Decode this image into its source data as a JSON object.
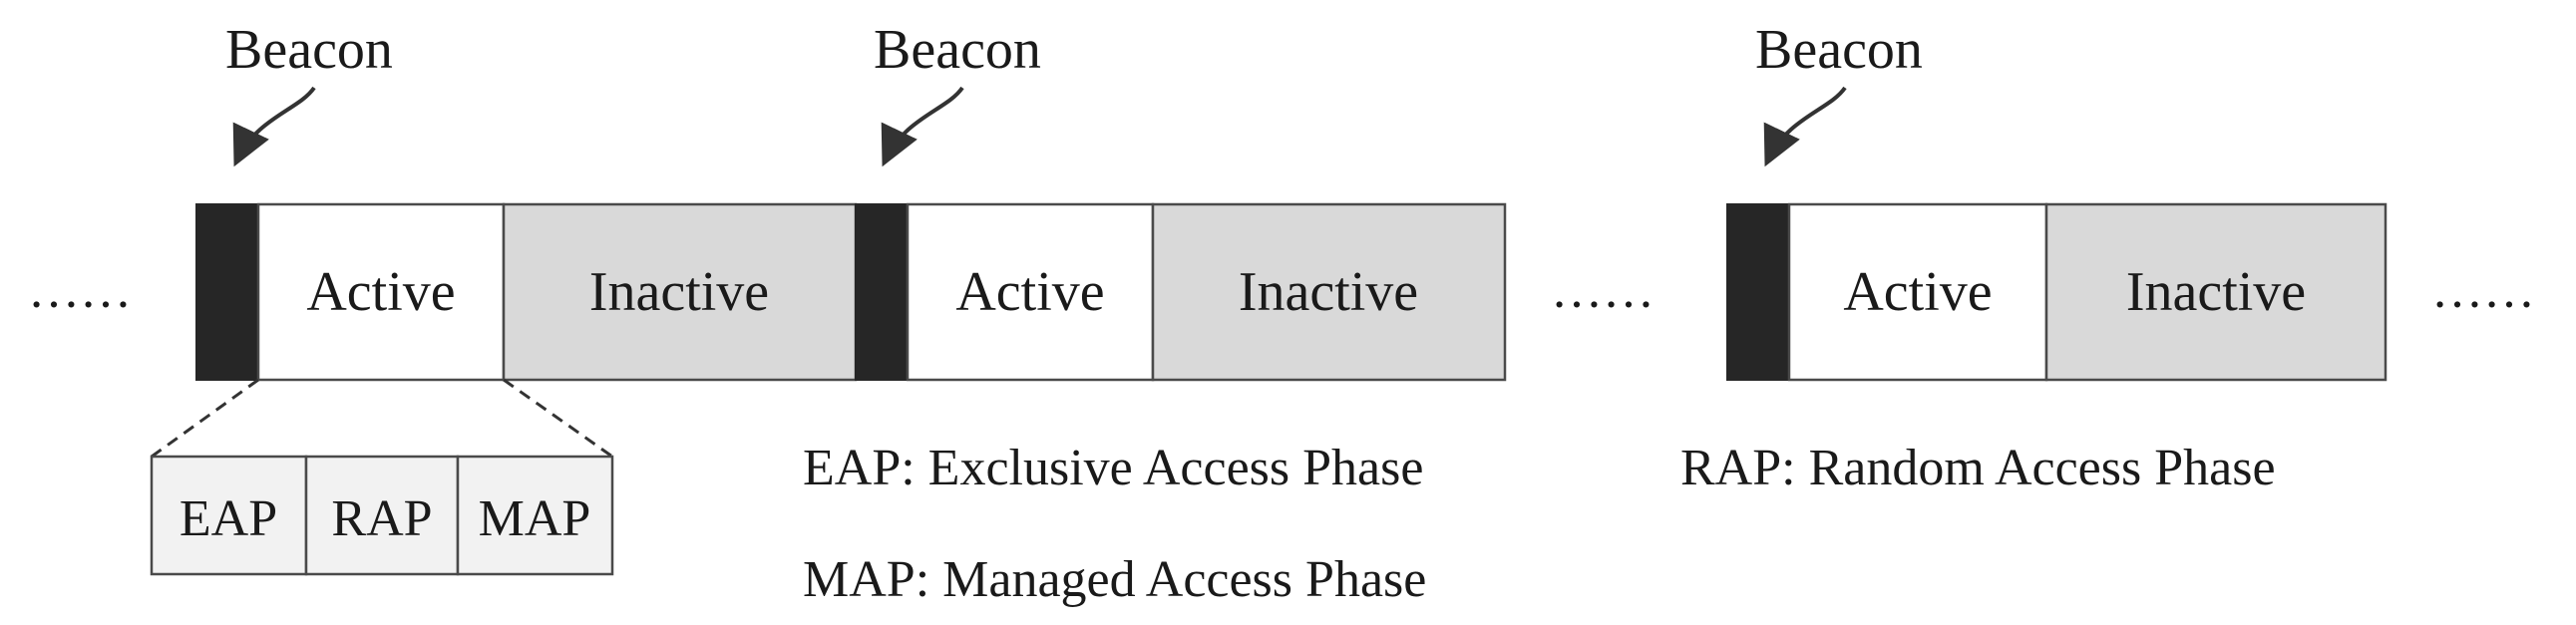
{
  "beacon_label": "Beacon",
  "ellipsis": "……",
  "superframes": [
    {
      "beacon": "Beacon",
      "active": "Active",
      "inactive": "Inactive"
    },
    {
      "beacon": "Beacon",
      "active": "Active",
      "inactive": "Inactive"
    },
    {
      "beacon": "Beacon",
      "active": "Active",
      "inactive": "Inactive"
    }
  ],
  "breakdown": [
    "EAP",
    "RAP",
    "MAP"
  ],
  "legend": [
    "EAP: Exclusive Access Phase",
    "MAP: Managed Access Phase",
    "RAP: Random Access Phase"
  ],
  "colors": {
    "beacon": "#262626",
    "active": "#ffffff",
    "inactive": "#d9d9d9",
    "breakdown": "#f2f2f2",
    "stroke": "#4a4a4a"
  }
}
